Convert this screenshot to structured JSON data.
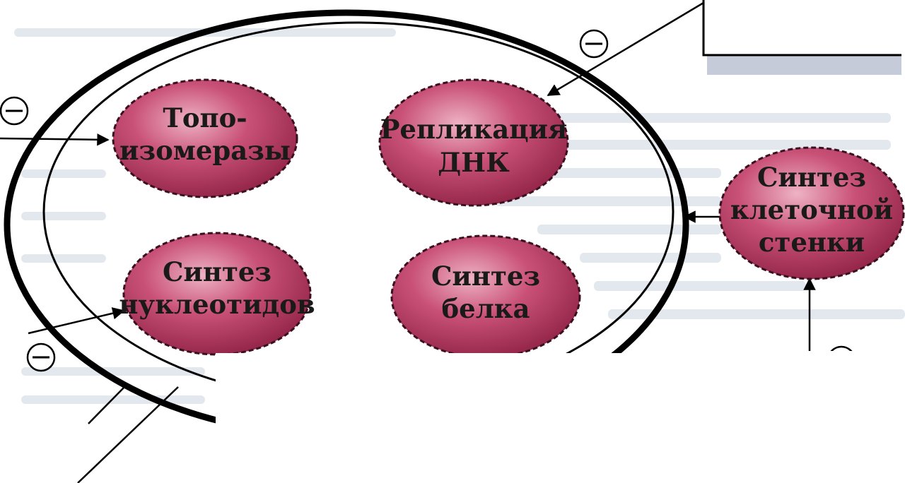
{
  "nodes": {
    "topoisomerases": {
      "line1": "Топо-",
      "line2": "изомеразы"
    },
    "dna_replication": {
      "line1": "Репликация",
      "line2": "ДНК"
    },
    "nucleotide_synthesis": {
      "line1": "Синтез",
      "line2": "нуклеотидов"
    },
    "protein_synthesis": {
      "line1": "Синтез",
      "line2": "белка"
    },
    "cell_wall_synthesis": {
      "line1": "Синтез",
      "line2": "клеточной",
      "line3": "стенки"
    }
  },
  "inhibition_symbol": "⊖",
  "colors": {
    "node_fill": "#b83a62",
    "node_highlight": "#e7a0b6",
    "node_stroke": "#3a1020",
    "outline": "#000000",
    "background_text": "#d6dbe5"
  }
}
